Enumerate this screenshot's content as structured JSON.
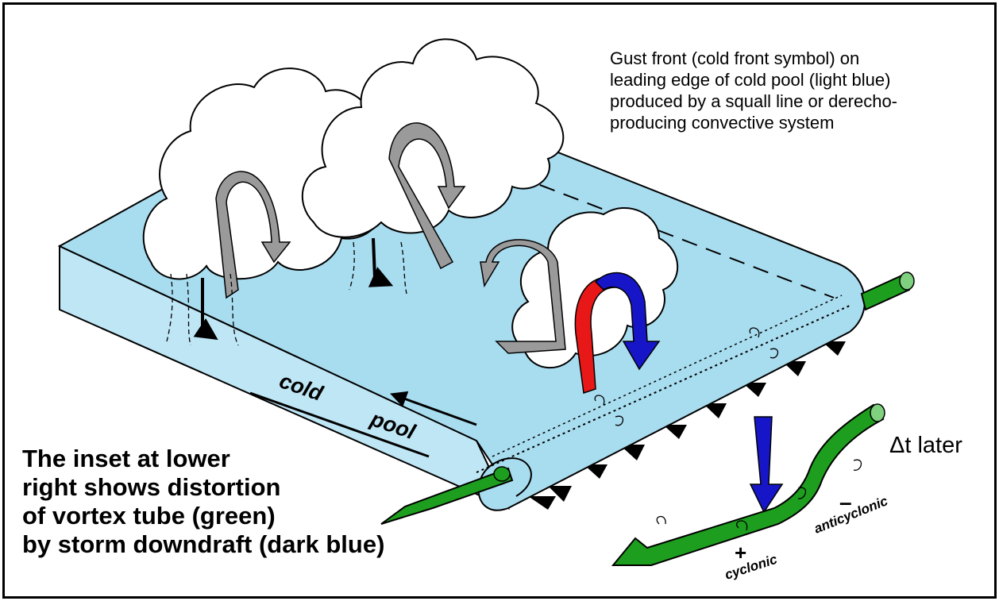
{
  "captions": {
    "gust_front_lines": [
      "Gust front (cold front symbol) on",
      "leading edge of cold pool (light blue)",
      "produced by a squall line or derecho-",
      "producing convective system"
    ],
    "inset_lines": [
      "The inset at lower",
      "right shows distortion",
      "of vortex tube (green)",
      "by storm downdraft (dark blue)"
    ],
    "time_label": "Δt  later"
  },
  "labels": {
    "cold": "cold",
    "pool": "pool",
    "cyclonic": "cyclonic",
    "anticyclonic": "anticyclonic",
    "plus": "+",
    "minus": "–"
  },
  "colors": {
    "cold_pool": "#a8dcef",
    "vortex_tube": "#1e9e1e",
    "downdraft": "#1616c8",
    "updraft": "#e81818",
    "circulation_arrow": "#9a9a9a",
    "cloud": "#ffffff",
    "outline": "#000000"
  }
}
